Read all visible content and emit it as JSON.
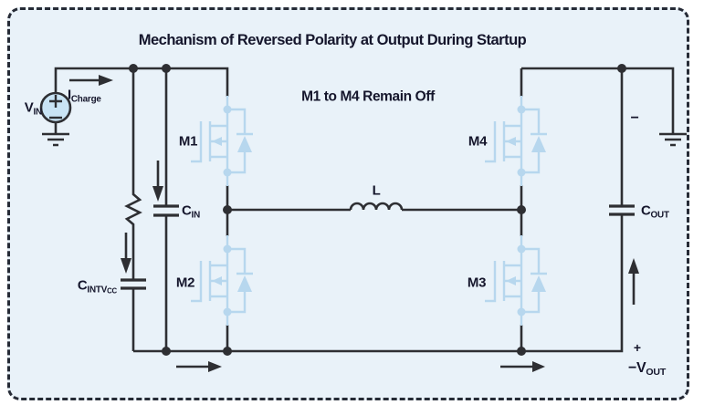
{
  "panel": {
    "title": "Mechanism of Reversed Polarity at Output During Startup",
    "note": "M1 to M4 Remain Off"
  },
  "components": {
    "vin": {
      "base": "V",
      "sub": "IN"
    },
    "icharge": {
      "base": "I",
      "sub": "Charge"
    },
    "cin": {
      "base": "C",
      "sub": "IN"
    },
    "cintvcc": {
      "base": "C",
      "sub": "INTV",
      "subsub": "CC"
    },
    "cout": {
      "base": "C",
      "sub": "OUT"
    },
    "vout": {
      "base": "−V",
      "sub": "OUT",
      "plus": "+"
    },
    "cout_polarity_minus": "−",
    "m1": "M1",
    "m2": "M2",
    "m3": "M3",
    "m4": "M4",
    "inductor": "L"
  },
  "colors": {
    "panel-bg": "#e9f2f9",
    "border": "#262b36",
    "wire": "#2e2f33",
    "text": "#15162c",
    "mosfet": "#b7d7ee",
    "source-fill": "#c9e4f5"
  }
}
